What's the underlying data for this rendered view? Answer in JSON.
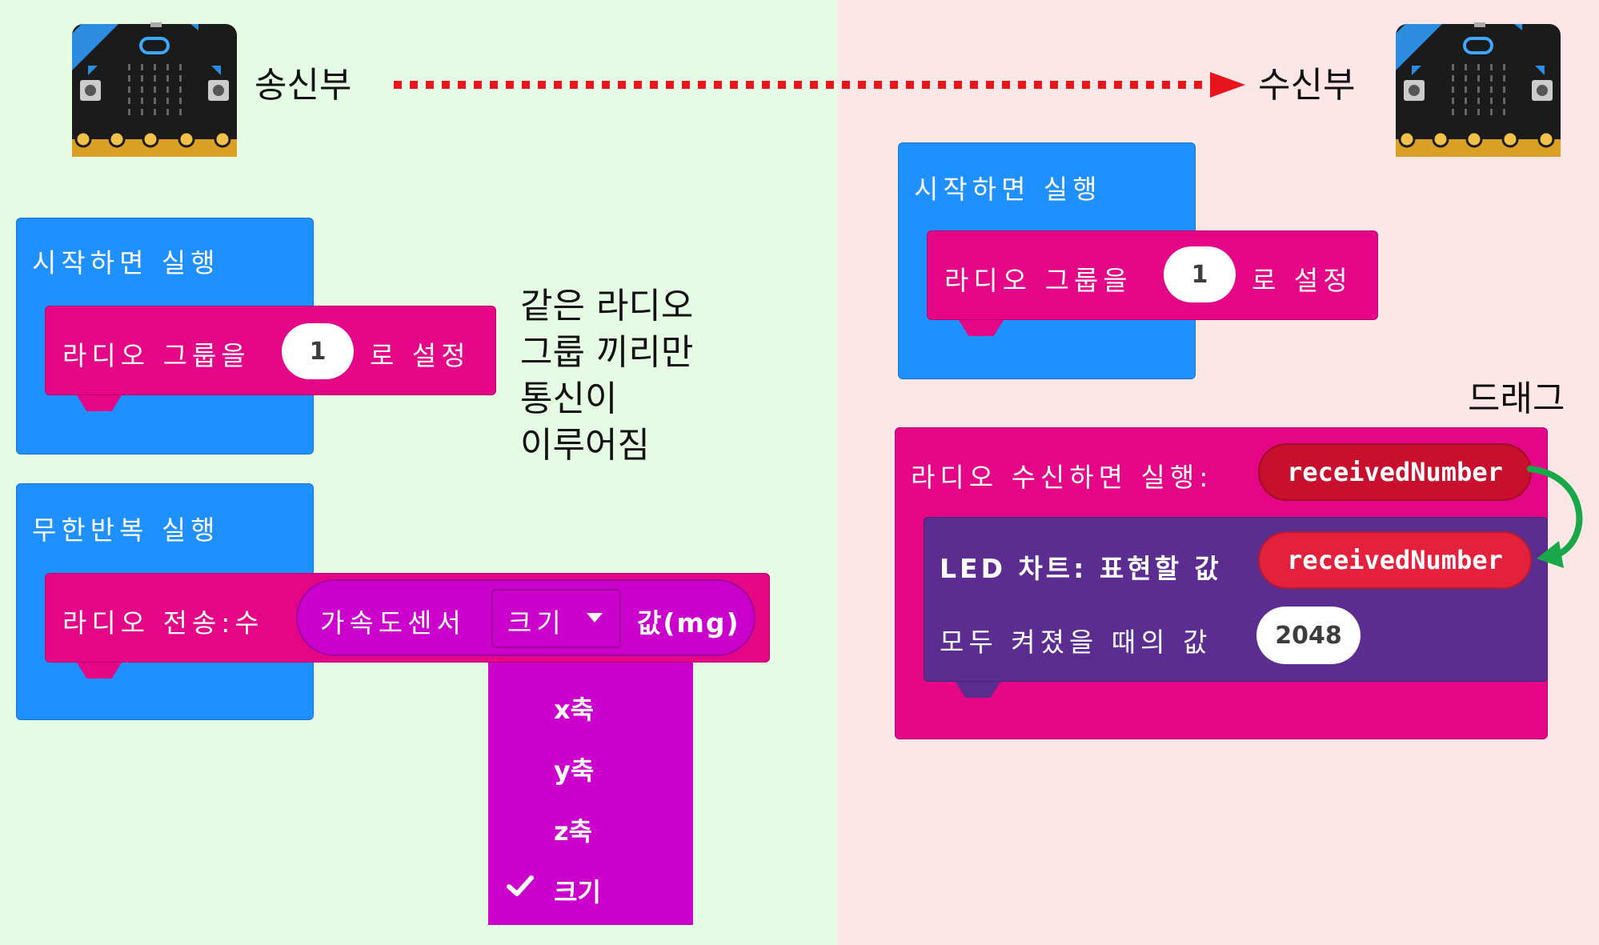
{
  "sender_label": "송신부",
  "receiver_label": "수신부",
  "colors": {
    "bg_left": "#e6fbe3",
    "bg_right": "#fde7e6",
    "event_block": "#1e90ff",
    "radio_block": "#e40687",
    "led_block": "#5c2d91",
    "sensor_block": "#cc00cc",
    "variable_block": "#c8102e",
    "arrow_red": "#e8161c",
    "arrow_green": "#18a84a"
  },
  "left": {
    "on_start": {
      "label": "시작하면 실행",
      "set_group": {
        "prefix": "라디오 그룹을",
        "value": "1",
        "suffix": "로 설정"
      }
    },
    "note": {
      "line1": "같은 라디오",
      "line2": "그룹 끼리만",
      "line3": "통신이",
      "line4": "이루어짐"
    },
    "forever": {
      "label": "무한반복 실행",
      "send": {
        "prefix": "라디오 전송:수",
        "sensor": "가속도센서",
        "dropdown_value": "크기",
        "unit": "값(mg)"
      }
    },
    "dropdown_options": [
      "x축",
      "y축",
      "z축",
      "크기"
    ],
    "dropdown_selected": "크기"
  },
  "right": {
    "on_start": {
      "label": "시작하면 실행",
      "set_group": {
        "prefix": "라디오 그룹을",
        "value": "1",
        "suffix": "로 설정"
      }
    },
    "drag_label": "드래그",
    "on_received": {
      "label": "라디오 수신하면 실행:",
      "variable": "receivedNumber",
      "plot": {
        "label": "LED 차트: 표현할 값",
        "value_var": "receivedNumber",
        "max_label": "모두 켜졌을 때의 값",
        "max_value": "2048"
      }
    }
  }
}
